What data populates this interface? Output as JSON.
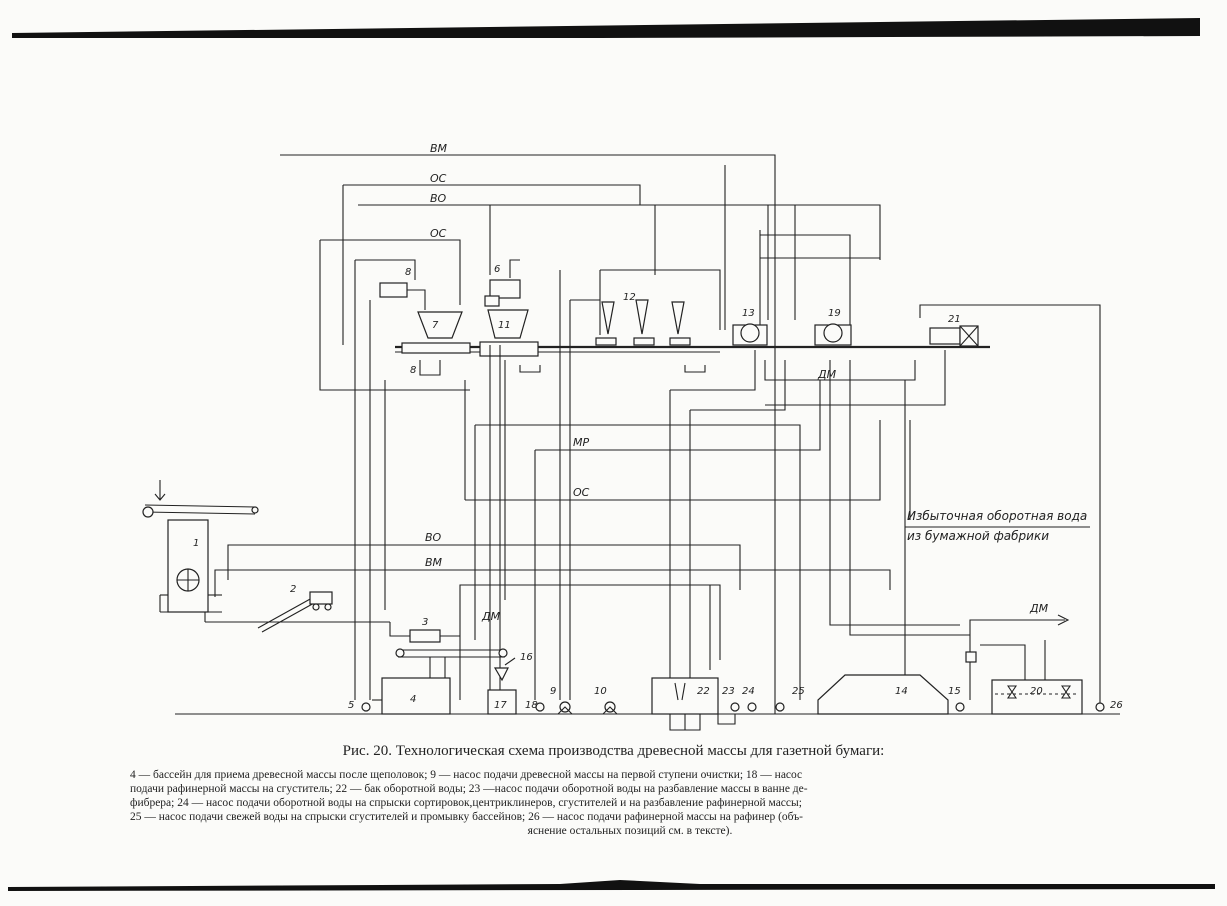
{
  "diagram": {
    "stream_labels": {
      "vm_top": "ВМ",
      "os_1": "ОС",
      "vo_1": "ВО",
      "os_2": "ОС",
      "dm_mid": "ДМ",
      "mr": "МР",
      "os_3": "ОС",
      "vo_low": "ВО",
      "vm_low": "ВМ",
      "dm_low": "ДМ",
      "dm_out": "ДМ"
    },
    "excess_water_note": [
      "Избыточная оборотная вода",
      "из бумажной фабрики"
    ],
    "positions": [
      "1",
      "2",
      "3",
      "4",
      "5",
      "6",
      "7",
      "8",
      "9",
      "10",
      "11",
      "12",
      "13",
      "14",
      "15",
      "16",
      "17",
      "18",
      "19",
      "20",
      "21",
      "22",
      "23",
      "24",
      "25",
      "26"
    ]
  },
  "caption": "Рис. 20. Технологическая схема производства древесной массы для газетной бумаги:",
  "legend_lines": [
    "4 — бассейн для приема древесной массы после щеполовок; 9 — насос подачи древесной массы на первой ступени очистки; 18 — насос",
    "подачи рафинерной массы на сгуститель; 22 — бак оборотной воды; 23 —насос подачи оборотной воды на разбавление массы в ванне де-",
    "фибрера; 24 — насос подачи оборотной воды на спрыски сортировок,центриклинеров, сгустителей и на разбавление рафинерной массы;",
    "25 — насос подачи свежей воды на спрыски сгустителей и промывку бассейнов; 26 — насос подачи рафинерной массы на рафинер (объ-",
    "яснение остальных позиций см. в тексте)."
  ]
}
